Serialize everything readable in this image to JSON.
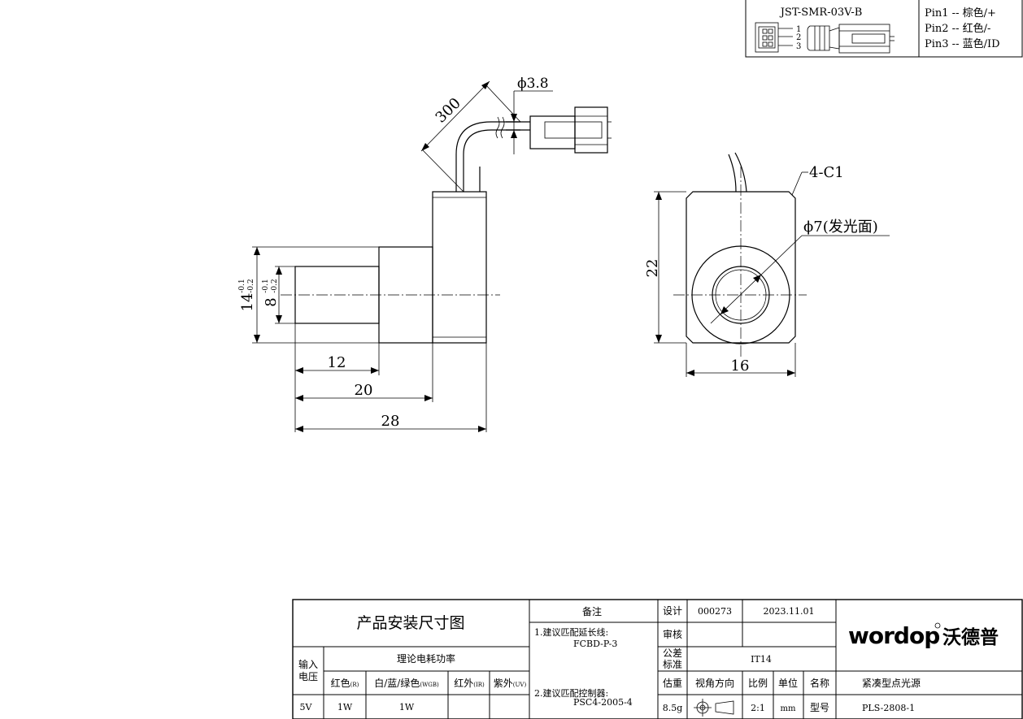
{
  "connector": {
    "model": "JST-SMR-03V-B",
    "pin_numbers": [
      "1",
      "2",
      "3"
    ],
    "pins": [
      "Pin1 -- 棕色/+",
      "Pin2 -- 红色/-",
      "Pin3 -- 蓝色/ID"
    ]
  },
  "dimensions": {
    "cable_length": "300",
    "cable_diameter": "ϕ3.8",
    "chamfer": "4-C1",
    "emit_face": "ϕ7(发光面)",
    "height_22": "22",
    "width_16": "16",
    "dia14": "14",
    "dia14_tol_upper": "-0.1",
    "dia14_tol_lower": "-0.2",
    "dia8": "8",
    "dia8_tol_upper": "-0.1",
    "dia8_tol_lower": "-0.2",
    "len_12": "12",
    "len_20": "20",
    "len_28": "28"
  },
  "title_block": {
    "drawing_title": "产品安装尺寸图",
    "input_voltage_label": "输入电压",
    "power_label": "理论电耗功率",
    "col_red": "红色",
    "col_red_sub": "(R)",
    "col_white": "白/蓝/绿色",
    "col_white_sub": "(WGB)",
    "col_ir": "红外",
    "col_ir_sub": "(IR)",
    "col_uv": "紫外",
    "col_uv_sub": "(UV)",
    "voltage": "5V",
    "power_red": "1W",
    "power_white": "1W",
    "power_ir": "",
    "power_uv": "",
    "remarks_label": "备注",
    "note1_title": "1.建议匹配延长线:",
    "note1_value": "FCBD-P-3",
    "note2_title": "2.建议匹配控制器:",
    "note2_value": "PSC4-2005-4",
    "design_label": "设计",
    "design_no": "000273",
    "date": "2023.11.01",
    "review_label": "审核",
    "tolerance_label": "公差标准",
    "tolerance_value": "IT14",
    "weight_label": "估重",
    "weight_value": "8.5g",
    "view_label": "视角方向",
    "scale_label": "比例",
    "scale_value": "2:1",
    "unit_label": "单位",
    "unit_value": "mm",
    "name_label": "名称",
    "name_value": "紧凑型点光源",
    "model_label": "型号",
    "model_value": "PLS-2808-1",
    "logo_text": "wordop",
    "logo_cn": "沃德普"
  }
}
